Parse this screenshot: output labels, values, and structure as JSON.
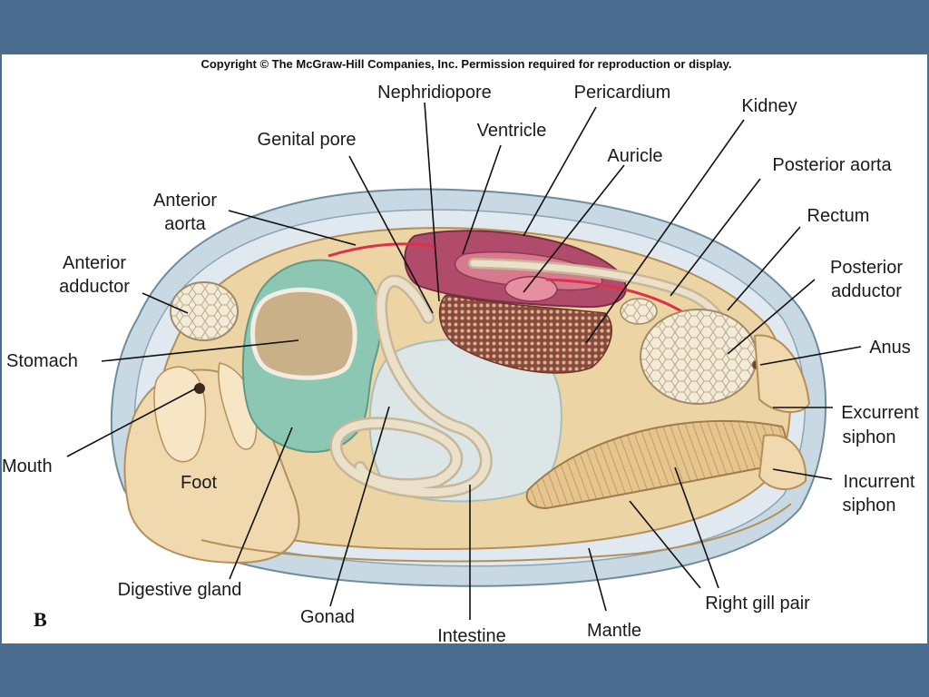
{
  "copyright": "Copyright © The McGraw-Hill Companies, Inc. Permission required for reproduction or display.",
  "figure_letter": "B",
  "labels": {
    "nephridiopore": "Nephridiopore",
    "pericardium": "Pericardium",
    "kidney": "Kidney",
    "genital_pore": "Genital pore",
    "ventricle": "Ventricle",
    "auricle": "Auricle",
    "posterior_aorta": "Posterior aorta",
    "anterior_aorta_1": "Anterior",
    "anterior_aorta_2": "aorta",
    "rectum": "Rectum",
    "anterior_adductor_1": "Anterior",
    "anterior_adductor_2": "adductor",
    "posterior_adductor_1": "Posterior",
    "posterior_adductor_2": "adductor",
    "stomach": "Stomach",
    "anus": "Anus",
    "excurrent_1": "Excurrent",
    "excurrent_2": "siphon",
    "mouth": "Mouth",
    "foot": "Foot",
    "incurrent_1": "Incurrent",
    "incurrent_2": "siphon",
    "digestive_gland": "Digestive gland",
    "gonad": "Gonad",
    "intestine": "Intestine",
    "mantle": "Mantle",
    "right_gill_pair": "Right gill pair"
  },
  "colors": {
    "band": "#4a6c8e",
    "body": "#ecd4a4",
    "shell": "#c9d9e3",
    "digestive_gland": "#8cc7b4",
    "pericardium": "#b14b6c",
    "kidney": "#9b5a48",
    "aorta": "#d9324a"
  }
}
